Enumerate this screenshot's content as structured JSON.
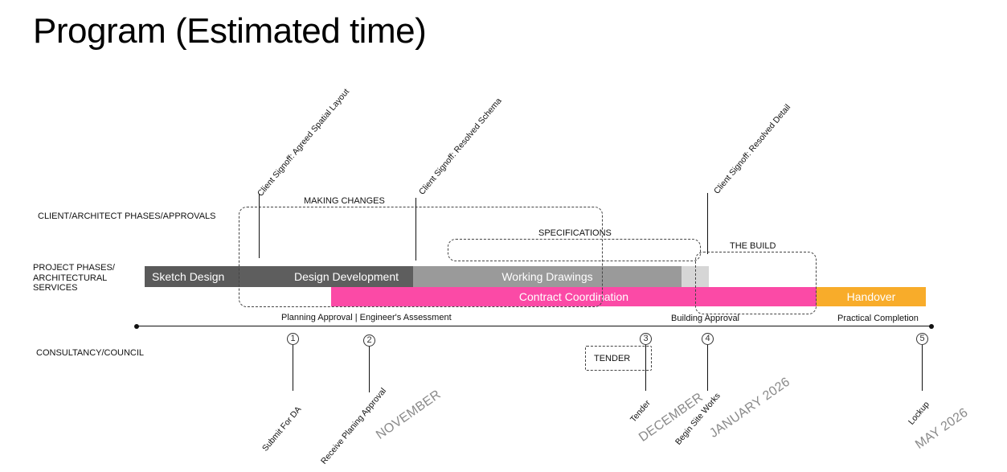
{
  "title": "Program (Estimated time)",
  "row_labels": {
    "client": "CLIENT/ARCHITECT PHASES/APPROVALS",
    "project": [
      "PROJECT PHASES/",
      "ARCHITECTURAL",
      "SERVICES"
    ],
    "consultancy": "CONSULTANCY/COUNCIL"
  },
  "phases": {
    "sketch_design": "Sketch Design",
    "design_development": "Design Development",
    "working_drawings": "Working Drawings",
    "contract_coordination": "Contract Coordination",
    "handover": "Handover"
  },
  "groups": {
    "making_changes": "MAKING CHANGES",
    "specifications": "SPECIFICATIONS",
    "the_build": "THE BUILD"
  },
  "client_signoffs": {
    "agreed_spatial_layout": "Client Signoff: Agreed Spatial Layout",
    "resolved_schema": "Client Signoff: Resolved Schema",
    "resolved_detail": "Client Signoff: Resolved Detail"
  },
  "timeline_labels": {
    "planning": "Planning Approval | Engineer's Assessment",
    "building": "Building Approval",
    "practical": "Practical Completion"
  },
  "milestones": [
    {
      "num": "1",
      "label": "Submit For DA"
    },
    {
      "num": "2",
      "label": "Receive Planing Approval"
    },
    {
      "num": "3",
      "label": "Tender"
    },
    {
      "num": "4",
      "label": "Begin Site Works"
    },
    {
      "num": "5",
      "label": "Lockup"
    }
  ],
  "tender_box": "TENDER",
  "months": {
    "november": "NOVEMBER",
    "december": "DECEMBER",
    "january": "JANUARY 2026",
    "may": "MAY 2026"
  },
  "colors": {
    "sketch": "#5a5a5a",
    "design_dev": "#5e5e5e",
    "working": "#9a9a9a",
    "working_tail": "#d6d6d6",
    "contract": "#fb4aa6",
    "handover": "#f8ac2a"
  }
}
